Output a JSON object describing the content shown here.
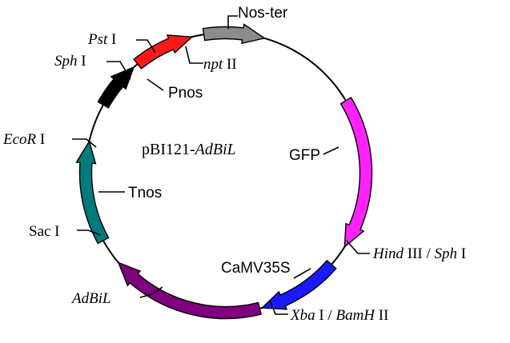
{
  "plasmid": {
    "name_prefix": "pBI121-",
    "name_italic": "AdBiL"
  },
  "features": [
    {
      "id": "nos-ter",
      "label": "Nos-ter",
      "color": "#8c8c8c"
    },
    {
      "id": "nptii",
      "label_italic": "npt",
      "label_roman": " II",
      "color": "#ff1a1a"
    },
    {
      "id": "pnos",
      "label": "Pnos",
      "color": "#000000"
    },
    {
      "id": "gfp",
      "label": "GFP",
      "color": "#ff22ff"
    },
    {
      "id": "camv35s",
      "label": "CaMV35S",
      "color": "#1a1aff"
    },
    {
      "id": "adbil",
      "label_italic": "AdBiL",
      "color": "#800080"
    },
    {
      "id": "tnos",
      "label": "Tnos",
      "color": "#007b7b"
    }
  ],
  "sites": {
    "pst": {
      "italic": "Pst",
      "roman": " I"
    },
    "sph": {
      "italic": "Sph",
      "roman": " I"
    },
    "ecor": {
      "italic": "EcoR",
      "roman": " I"
    },
    "sac": {
      "roman": "Sac I"
    },
    "hind_sph": {
      "italic1": "Hind",
      "roman1": " III / ",
      "italic2": "Sph",
      "roman2": " I"
    },
    "xba_bamh": {
      "italic1": "Xba",
      "roman1": " I / ",
      "italic2": "BamH",
      "roman2": " II"
    }
  }
}
